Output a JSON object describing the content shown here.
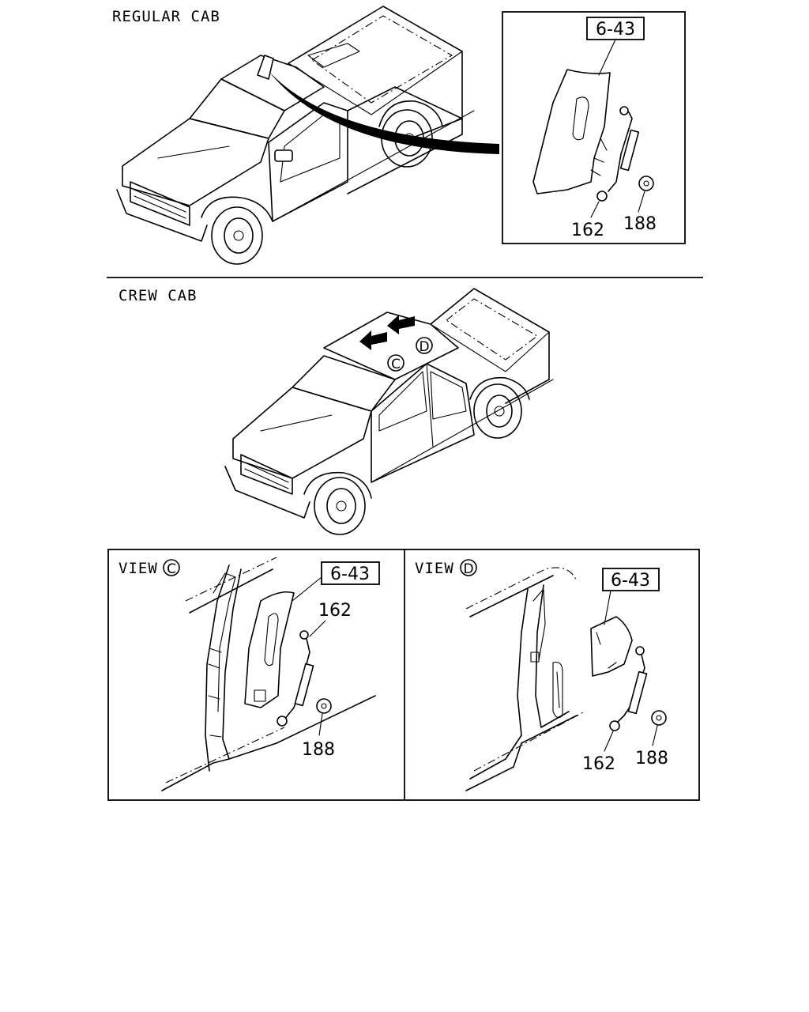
{
  "regular_cab": {
    "title": "REGULAR CAB",
    "ref": "6-43",
    "part_a": "162",
    "part_b": "188"
  },
  "crew_cab": {
    "title": "CREW CAB",
    "marker_c": "C",
    "marker_d": "D"
  },
  "view_c": {
    "title": "VIEW",
    "marker": "C",
    "ref": "6-43",
    "part_a": "162",
    "part_b": "188"
  },
  "view_d": {
    "title": "VIEW",
    "marker": "D",
    "ref": "6-43",
    "part_a": "162",
    "part_b": "188"
  }
}
